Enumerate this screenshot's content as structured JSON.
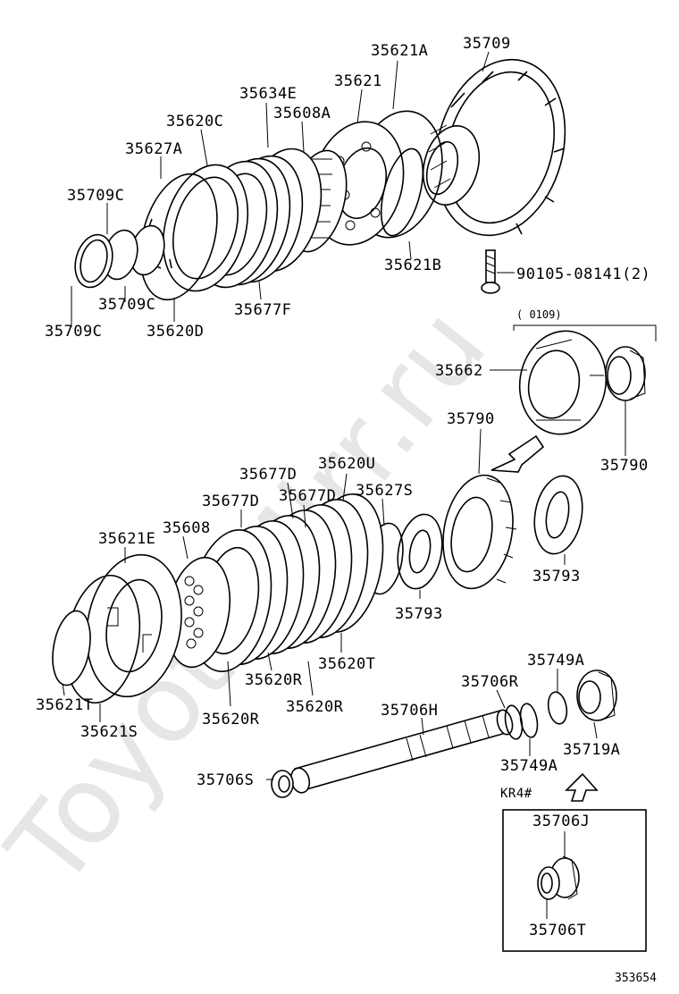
{
  "watermark": "ToyotaMirr.ru",
  "diagram_id": "353654",
  "kr4_label": "KR4#",
  "paren_note": "( 0109)",
  "labels": {
    "p35621A": "35621A",
    "p35709": "35709",
    "p35621": "35621",
    "p35634E": "35634E",
    "p35608A": "35608A",
    "p35620C": "35620C",
    "p35627A": "35627A",
    "p35709C_top": "35709C",
    "p35709C_mid": "35709C",
    "p35709C_bot": "35709C",
    "p35620D": "35620D",
    "p35677F": "35677F",
    "p35621B": "35621B",
    "p90105": "90105-08141(2)",
    "p35662": "35662",
    "p35790_a": "35790",
    "p35790_b": "35790",
    "p35620U": "35620U",
    "p35677D_a": "35677D",
    "p35677D_b": "35677D",
    "p35677D_c": "35677D",
    "p35627S": "35627S",
    "p35608": "35608",
    "p35621E": "35621E",
    "p35793_a": "35793",
    "p35793_b": "35793",
    "p35620T": "35620T",
    "p35620R_a": "35620R",
    "p35620R_b": "35620R",
    "p35620R_c": "35620R",
    "p35621T": "35621T",
    "p35621S": "35621S",
    "p35749A_a": "35749A",
    "p35749A_b": "35749A",
    "p35706R": "35706R",
    "p35706H": "35706H",
    "p35719A": "35719A",
    "p35706S": "35706S",
    "p35706J": "35706J",
    "p35706T": "35706T"
  }
}
